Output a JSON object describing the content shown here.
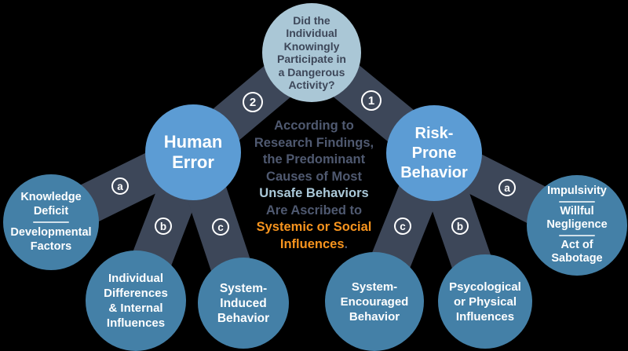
{
  "colors": {
    "background": "#000000",
    "connector": "#3d4759",
    "primary_circle": "#5c9cd4",
    "question_circle": "#aac7d6",
    "sub_circle": "#4480a7",
    "statement_gray": "#4f5970",
    "statement_blue": "#abc9d9",
    "statement_orange": "#f7941e",
    "circle_text": "#ffffff",
    "question_text": "#3d4759"
  },
  "question_circle": {
    "lines": [
      "Did the",
      "Individual",
      "Knowingly",
      "Participate in",
      "a Dangerous",
      "Activity?"
    ]
  },
  "badges": {
    "human_error_branch": "2",
    "risk_prone_branch": "1",
    "knowledge_deficit": "a",
    "individual_differences": "b",
    "system_induced": "c",
    "system_encouraged": "c",
    "psychological": "b",
    "impulsivity": "a"
  },
  "human_error": {
    "lines": [
      "Human",
      "Error"
    ]
  },
  "risk_prone": {
    "lines": [
      "Risk-",
      "Prone",
      "Behavior"
    ]
  },
  "knowledge_deficit": {
    "lines_top": [
      "Knowledge",
      "Deficit"
    ],
    "lines_bottom": [
      "Developmental",
      "Factors"
    ]
  },
  "individual_differences": {
    "lines": [
      "Individual",
      "Differences",
      "& Internal",
      "Influences"
    ]
  },
  "system_induced": {
    "lines": [
      "System-",
      "Induced",
      "Behavior"
    ]
  },
  "system_encouraged": {
    "lines": [
      "System-",
      "Encouraged",
      "Behavior"
    ]
  },
  "psychological": {
    "lines": [
      "Psycological",
      "or Physical",
      "Influences"
    ]
  },
  "impulsivity": {
    "sections": [
      [
        "Impulsivity"
      ],
      [
        "Willful",
        "Negligence"
      ],
      [
        "Act of",
        "Sabotage"
      ]
    ]
  },
  "center_statement": {
    "line1": "According to",
    "line2": "Research Findings,",
    "line3": "the Predominant",
    "line4": "Causes of Most",
    "line5": "Unsafe Behaviors",
    "line6": "Are Ascribed to",
    "line7": "Systemic or Social",
    "line8": "Influences",
    "period": "."
  }
}
